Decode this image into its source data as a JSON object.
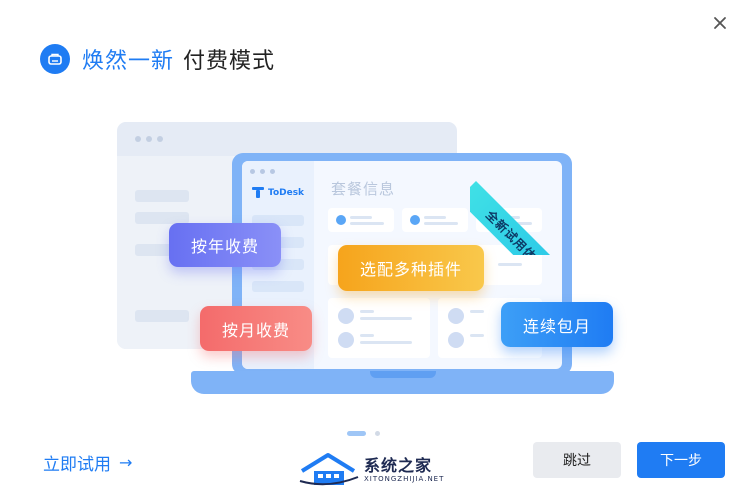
{
  "header": {
    "title_highlight": "焕然一新",
    "title_rest": "付费模式"
  },
  "illustration": {
    "ribbon": "全新试用体验",
    "screen_title": "套餐信息",
    "brand": "ToDesk",
    "tags": {
      "year": "按年收费",
      "plugins": "选配多种插件",
      "month": "按月收费",
      "continuous": "连续包月"
    }
  },
  "pager": {
    "count": 2,
    "active_index": 0
  },
  "footer": {
    "try_now": "立即试用",
    "try_arrow": "→",
    "skip": "跳过",
    "next": "下一步"
  },
  "watermark": {
    "name": "系统之家",
    "domain": "XITONGZHIJIA.NET"
  },
  "colors": {
    "accent": "#1f7cf3",
    "tag_year": "#6770f2",
    "tag_plugins": "#f6a41c",
    "tag_month": "#f46b6b",
    "tag_continuous": "#1f7cf3",
    "ribbon": "#3fe0e6"
  }
}
